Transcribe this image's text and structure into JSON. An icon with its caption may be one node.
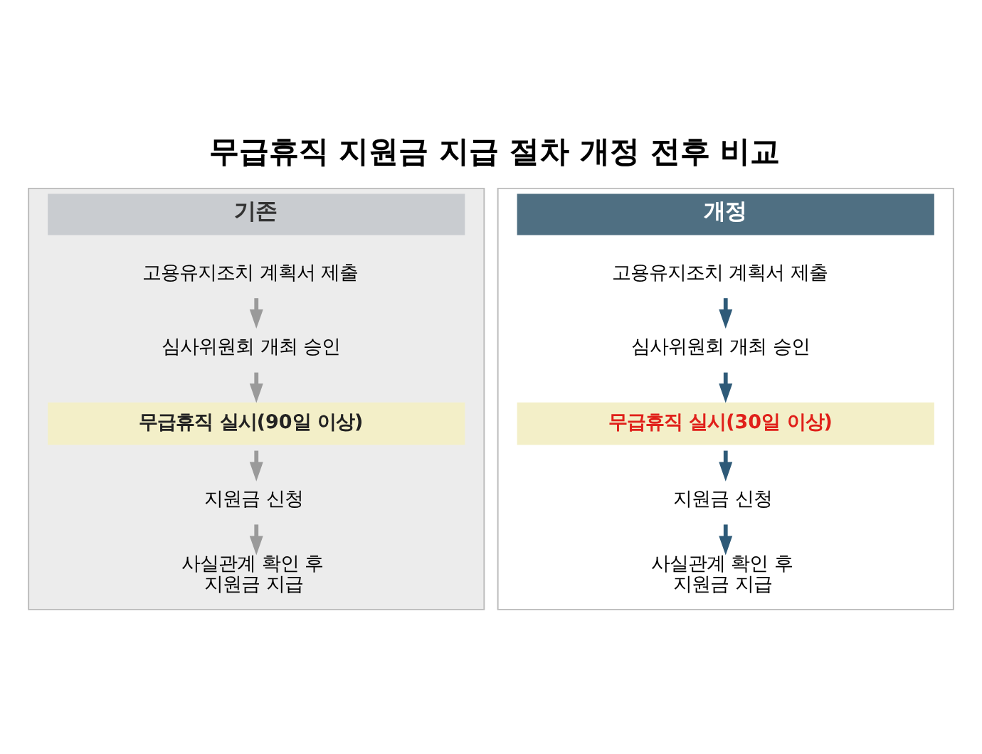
{
  "diagram": {
    "title": "무급휴직 지원금 지급 절차 개정 전후 비교",
    "nodes": [
      {
        "text": [
          "기존"
        ]
      },
      {
        "text": [
          "고용유지조치 계획서 제출"
        ],
        "in": 0
      },
      {
        "text": [
          "심사위원회 개최 승인"
        ],
        "in": 0
      },
      {
        "text": [
          "무급휴직 실시(90일 이상)"
        ],
        "in": 0
      },
      {
        "text": [
          "지원금 신청"
        ],
        "in": 0
      },
      {
        "text": [
          "사실관계 확인 후 지원금 지급"
        ],
        "in": 0
      },
      {
        "text": [
          "개정"
        ]
      },
      {
        "text": [
          "고용유지조치 계획서 제출"
        ],
        "in": 6
      },
      {
        "text": [
          "심사위원회 개최 승인"
        ],
        "in": 6
      },
      {
        "text": [
          "무급휴직 실시(30일 이상)"
        ],
        "in": 6
      },
      {
        "text": [
          "지원금 신청"
        ],
        "in": 6
      },
      {
        "text": [
          "사실관계 확인 후 지원금 지급"
        ],
        "in": 6
      }
    ],
    "edges": [
      {
        "from": 1,
        "to": 2,
        "arrow": "to",
        "color": "#9a9a9a"
      },
      {
        "from": 2,
        "to": 3,
        "arrow": "to",
        "color": "#9a9a9a"
      },
      {
        "from": 3,
        "to": 4,
        "arrow": "to",
        "color": "#9a9a9a"
      },
      {
        "from": 4,
        "to": 5,
        "arrow": "to",
        "color": "#9a9a9a"
      },
      {
        "from": 7,
        "to": 8,
        "arrow": "to",
        "color": "#2e5a78"
      },
      {
        "from": 8,
        "to": 9,
        "arrow": "to",
        "color": "#2e5a78"
      },
      {
        "from": 9,
        "to": 10,
        "arrow": "to",
        "color": "#2e5a78"
      },
      {
        "from": 10,
        "to": 11,
        "arrow": "to",
        "color": "#2e5a78"
      }
    ]
  }
}
